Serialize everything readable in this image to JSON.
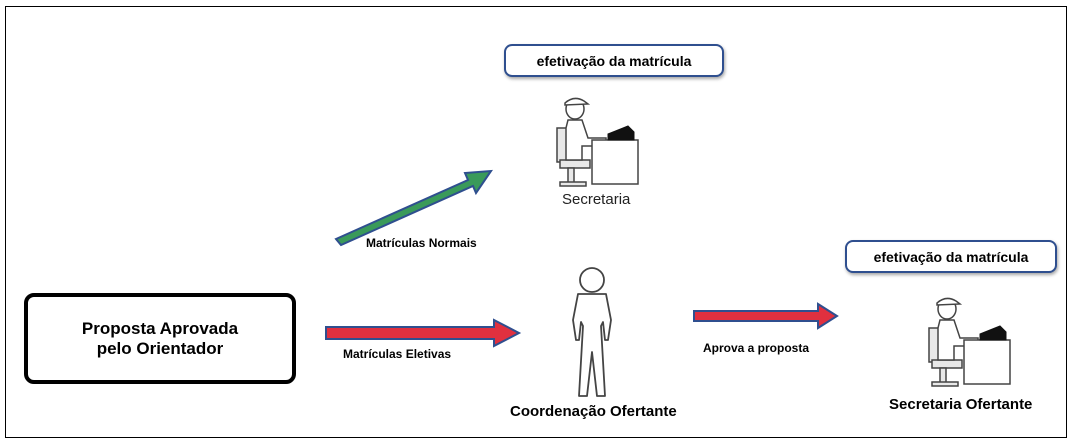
{
  "proposal_box": {
    "line1": "Proposta Aprovada",
    "line2": "pelo Orientador"
  },
  "top_pill": {
    "text": "efetivação da matrícula"
  },
  "right_pill": {
    "text": "efetivação da matrícula"
  },
  "secretaria": {
    "label": "Secretaria"
  },
  "coordenacao": {
    "label": "Coordenação Ofertante"
  },
  "secretaria_ofertante": {
    "label": "Secretaria Ofertante"
  },
  "arrows": {
    "normais": {
      "label": "Matrículas Normais",
      "color": "#3a9a5a"
    },
    "eletivas": {
      "label": "Matrículas Eletivas",
      "color": "#e0303f"
    },
    "aprova": {
      "label": "Aprova a proposta",
      "color": "#e0303f"
    }
  },
  "colors": {
    "arrow_outline": "#2f4f8f",
    "pill_border": "#2f4f8f"
  }
}
